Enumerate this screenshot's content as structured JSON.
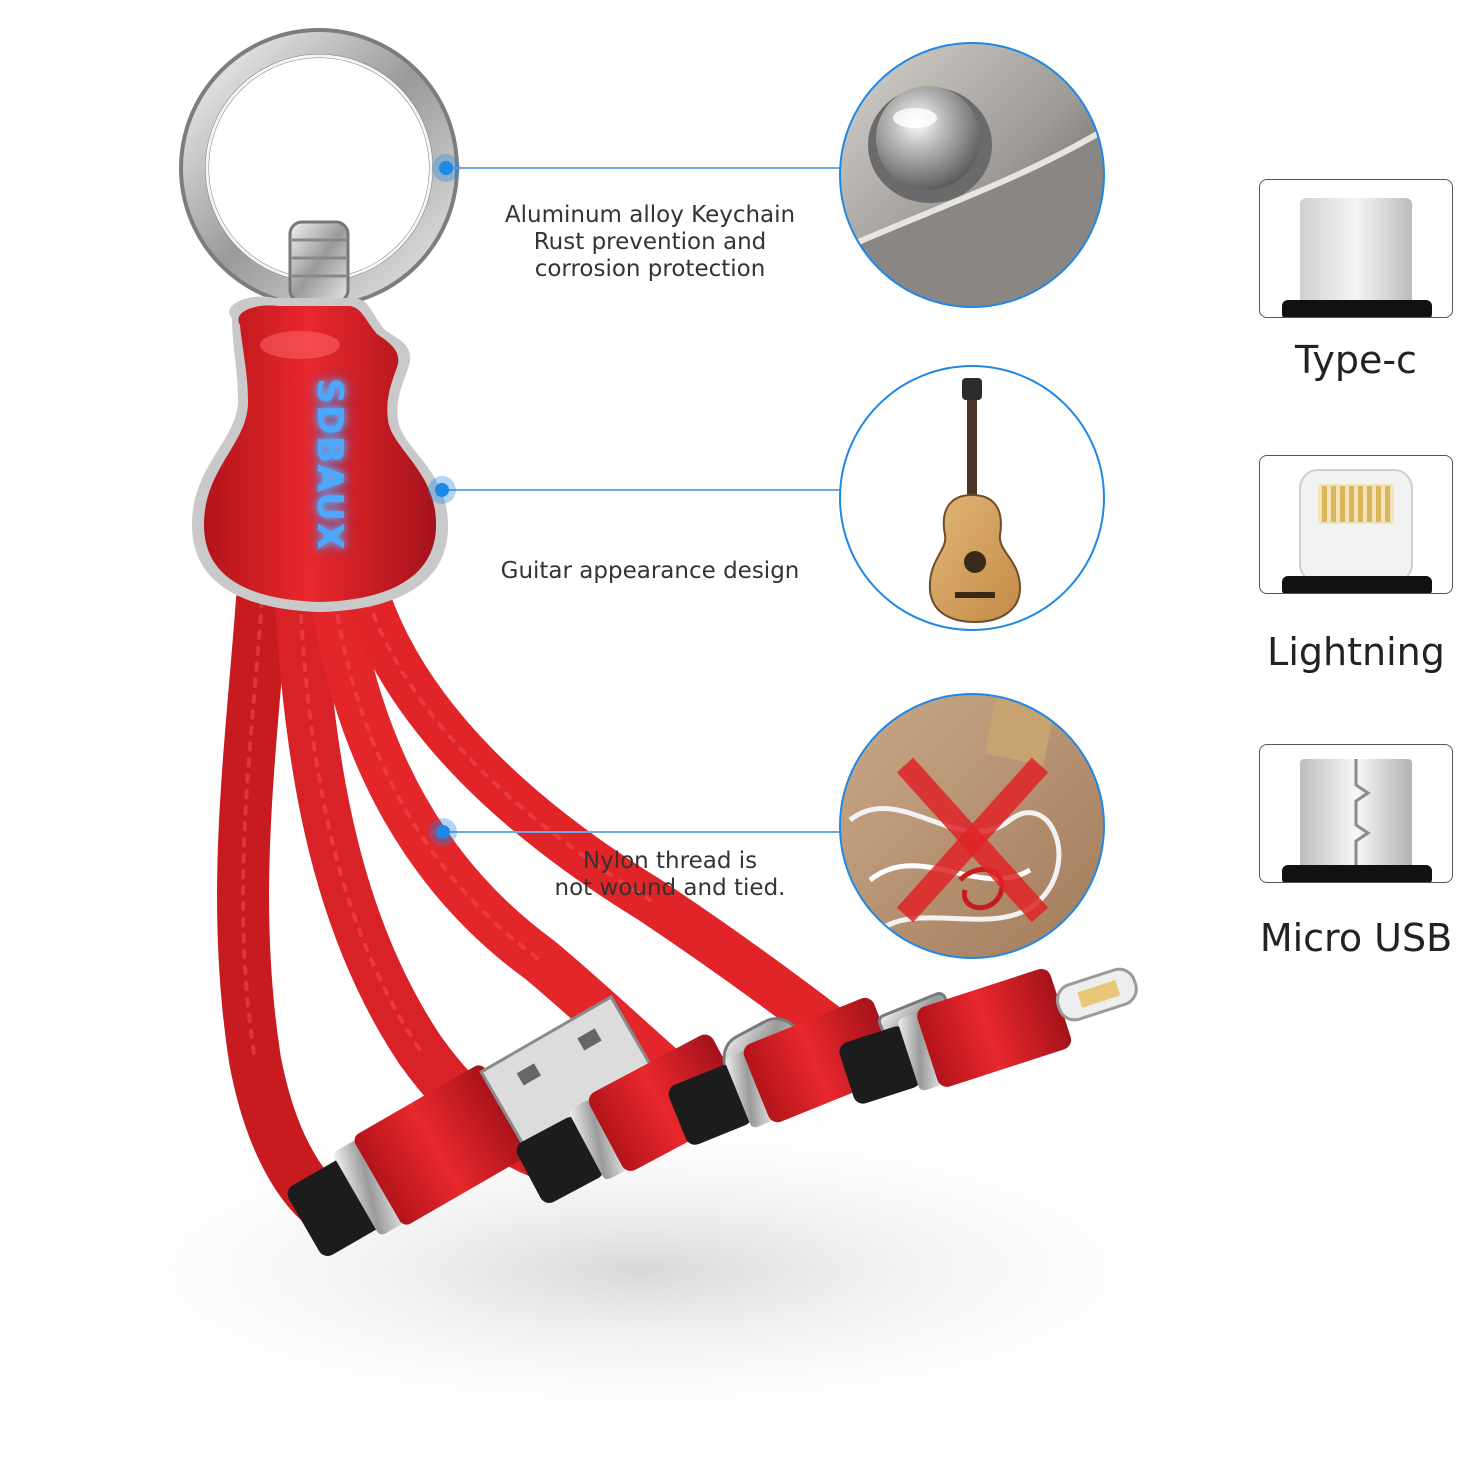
{
  "brand": {
    "text": "SDBAUX"
  },
  "callouts": [
    {
      "lines": [
        "Aluminum alloy Keychain",
        "Rust prevention and",
        "corrosion protection"
      ],
      "icon": "metal-button-icon"
    },
    {
      "lines": [
        "Guitar appearance design"
      ],
      "icon": "guitar-icon"
    },
    {
      "lines": [
        "Nylon thread is",
        "not wound and tied."
      ],
      "icon": "tangled-cable-icon"
    }
  ],
  "ports": [
    {
      "label": "Type-c",
      "icon": "type-c-port-icon"
    },
    {
      "label": "Lightning",
      "icon": "lightning-port-icon"
    },
    {
      "label": "Micro USB",
      "icon": "micro-usb-port-icon"
    }
  ],
  "colors": {
    "cable_red": "#e3262a",
    "accent_blue": "#1e88e5",
    "callout_line": "#6aa9e8"
  }
}
